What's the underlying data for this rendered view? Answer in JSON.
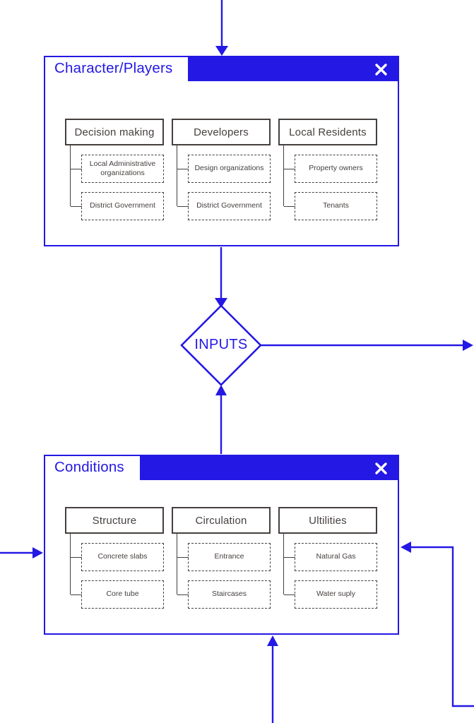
{
  "colors": {
    "accent_blue": "#2418e4",
    "ink_gray": "#45403e"
  },
  "flow_node": {
    "label": "INPUTS"
  },
  "windows": [
    {
      "title": "Character/Players",
      "close_icon": "close-x",
      "groups": [
        {
          "header": "Decision making",
          "children": [
            "Local Administrative organizations",
            "District Government"
          ]
        },
        {
          "header": "Developers",
          "children": [
            "Design organizations",
            "District Government"
          ]
        },
        {
          "header": "Local Residents",
          "children": [
            "Property owners",
            "Tenants"
          ]
        }
      ]
    },
    {
      "title": "Conditions",
      "close_icon": "close-x",
      "groups": [
        {
          "header": "Structure",
          "children": [
            "Concrete slabs",
            "Core tube"
          ]
        },
        {
          "header": "Circulation",
          "children": [
            "Entrance",
            "Staircases"
          ]
        },
        {
          "header": "Ultilities",
          "children": [
            "Natural Gas",
            "Water suply"
          ]
        }
      ]
    }
  ]
}
